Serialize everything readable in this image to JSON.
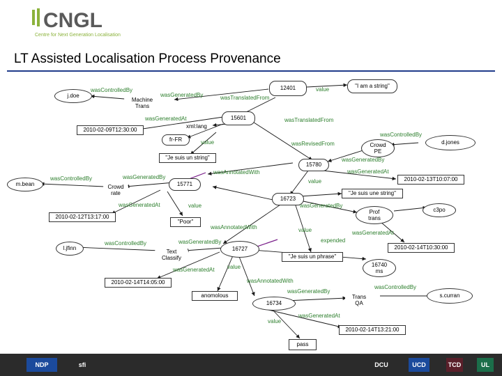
{
  "header": {
    "logo_text": "CNGL",
    "logo_subtitle": "Centre for Next Generation Localisation",
    "title": "LT Assisted Localisation Process Provenance"
  },
  "nodes": {
    "jdoe": "j.doe",
    "machine_trans": "Machine\nTrans",
    "n12401": "12401",
    "i_am_a_string": "\"I am a string\"",
    "n15601": "15601",
    "date_0908": "2010-02-09T12:30:00",
    "xml_lang": "xml:lang",
    "fr_fr": "fr-FR",
    "je_suis_un_string": "\"Je suis un string\"",
    "djones": "d.jones",
    "crowd_pe": "Crowd\nPE",
    "n15780": "15780",
    "date_1310": "2010-02-13T10:07:00",
    "mbean": "m.bean",
    "crowd_rate": "Crowd\nrate",
    "n15771": "15771",
    "je_suis_une_string": "\"Je suis une string\"",
    "n16723": "16723",
    "date_1213": "2010-02-12T13:17:00",
    "poor": "\"Poor\"",
    "prof_trans": "Prof\ntrans",
    "c3po": "c3po",
    "ljfinn": "l.jfinn",
    "text_classify": "Text\nClassify",
    "n16727": "16727",
    "date_1410": "2010-02-14T10:30:00",
    "je_suis_un_phrase": "\"Je suis un phrase\"",
    "n16740ms": "16740\nms",
    "date_1405": "2010-02-14T14:05:00",
    "anomolous": "anomolous",
    "n16734": "16734",
    "trans_qa": "Trans\nQA",
    "scurran": "s.curran",
    "date_1413": "2010-02-14T13:21:00",
    "pass": "pass"
  },
  "edges": {
    "e1": "wasControlledBy",
    "e2": "wasGeneratedBy",
    "e3": "value",
    "e4": "wasTranslatedFrom",
    "e5": "wasGeneratedAt",
    "e6": "wasTranslatedFrom",
    "e7": "value",
    "e8": "wasControlledBy",
    "e9": "wasRevisedFrom",
    "e10": "wasGeneratedBy",
    "e11": "wasAnnotatedWith",
    "e12": "wasGeneratedAt",
    "e13": "wasControlledBy",
    "e14": "wasGeneratedBy",
    "e15": "value",
    "e16": "wasGeneratedAt",
    "e17": "value",
    "e18": "wasGeneratedBy",
    "e19": "wasAnnotatedWith",
    "e20": "value",
    "e21": "wasGeneratedAt",
    "e22": "wasControlledBy",
    "e23": "wasGeneratedBy",
    "e24": "expended",
    "e25": "value",
    "e26": "wasGeneratedAt",
    "e27": "wasAnnotatedWith",
    "e28": "wasGeneratedBy",
    "e29": "wasControlledBy",
    "e30": "wasGeneratedAt",
    "e31": "value"
  },
  "footer": {
    "logos": [
      "NDP",
      "sfi",
      "DCU",
      "UCD",
      "TCD",
      "UL"
    ]
  },
  "colors": {
    "edge_label": "#2d7f2d",
    "edge_line": "#1a1a1a",
    "accent_line": "#7a1f8a",
    "logo_green": "#8bb23b",
    "title_rule": "#1f3b8a"
  }
}
